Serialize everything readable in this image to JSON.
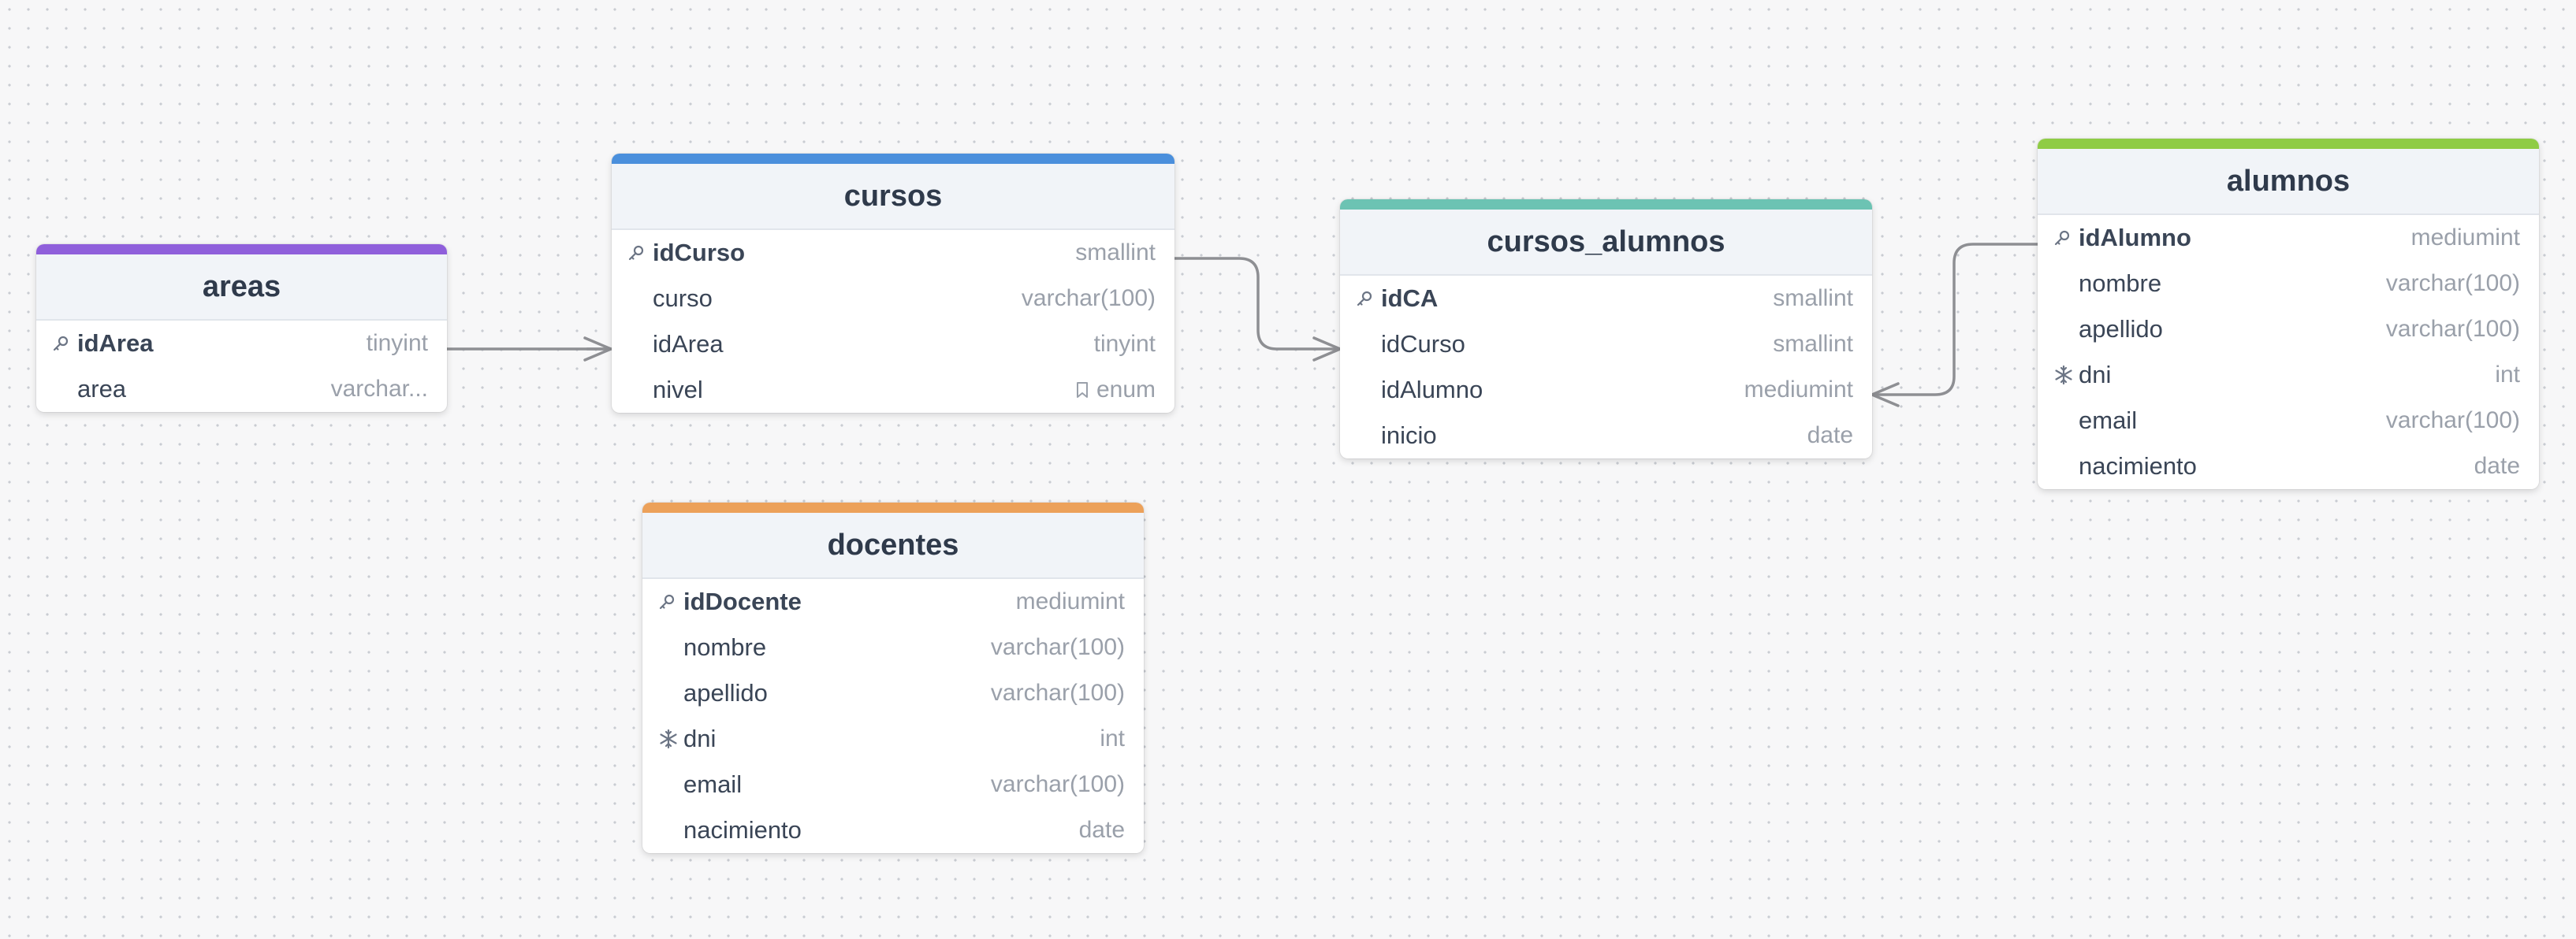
{
  "colors": {
    "areas": "#8f5fdb",
    "cursos": "#4a8fdc",
    "cursos_alumnos": "#6cc3b3",
    "alumnos": "#8fcc45",
    "docentes": "#eca15a",
    "edge": "#8e8f93"
  },
  "tables": {
    "areas": {
      "title": "areas",
      "columns": [
        {
          "name": "idArea",
          "type": "tinyint",
          "icon": "key-icon",
          "pk": true
        },
        {
          "name": "area",
          "type": "varchar...",
          "icon": "",
          "pk": false
        }
      ]
    },
    "cursos": {
      "title": "cursos",
      "columns": [
        {
          "name": "idCurso",
          "type": "smallint",
          "icon": "key-icon",
          "pk": true
        },
        {
          "name": "curso",
          "type": "varchar(100)",
          "icon": "",
          "pk": false
        },
        {
          "name": "idArea",
          "type": "tinyint",
          "icon": "",
          "pk": false
        },
        {
          "name": "nivel",
          "type": "enum",
          "icon": "",
          "pk": false,
          "type_icon": "bookmark-icon"
        }
      ]
    },
    "cursos_alumnos": {
      "title": "cursos_alumnos",
      "columns": [
        {
          "name": "idCA",
          "type": "smallint",
          "icon": "key-icon",
          "pk": true
        },
        {
          "name": "idCurso",
          "type": "smallint",
          "icon": "",
          "pk": false
        },
        {
          "name": "idAlumno",
          "type": "mediumint",
          "icon": "",
          "pk": false
        },
        {
          "name": "inicio",
          "type": "date",
          "icon": "",
          "pk": false
        }
      ]
    },
    "alumnos": {
      "title": "alumnos",
      "columns": [
        {
          "name": "idAlumno",
          "type": "mediumint",
          "icon": "key-icon",
          "pk": true
        },
        {
          "name": "nombre",
          "type": "varchar(100)",
          "icon": "",
          "pk": false
        },
        {
          "name": "apellido",
          "type": "varchar(100)",
          "icon": "",
          "pk": false
        },
        {
          "name": "dni",
          "type": "int",
          "icon": "unique-icon",
          "pk": false
        },
        {
          "name": "email",
          "type": "varchar(100)",
          "icon": "",
          "pk": false
        },
        {
          "name": "nacimiento",
          "type": "date",
          "icon": "",
          "pk": false
        }
      ]
    },
    "docentes": {
      "title": "docentes",
      "columns": [
        {
          "name": "idDocente",
          "type": "mediumint",
          "icon": "key-icon",
          "pk": true
        },
        {
          "name": "nombre",
          "type": "varchar(100)",
          "icon": "",
          "pk": false
        },
        {
          "name": "apellido",
          "type": "varchar(100)",
          "icon": "",
          "pk": false
        },
        {
          "name": "dni",
          "type": "int",
          "icon": "unique-icon",
          "pk": false
        },
        {
          "name": "email",
          "type": "varchar(100)",
          "icon": "",
          "pk": false
        },
        {
          "name": "nacimiento",
          "type": "date",
          "icon": "",
          "pk": false
        }
      ]
    }
  },
  "relationships": [
    {
      "from": "areas.idArea",
      "to": "cursos.idArea",
      "cardinality": "one-to-many"
    },
    {
      "from": "cursos.idCurso",
      "to": "cursos_alumnos.idCurso",
      "cardinality": "one-to-many"
    },
    {
      "from": "alumnos.idAlumno",
      "to": "cursos_alumnos.idAlumno",
      "cardinality": "one-to-many"
    }
  ]
}
